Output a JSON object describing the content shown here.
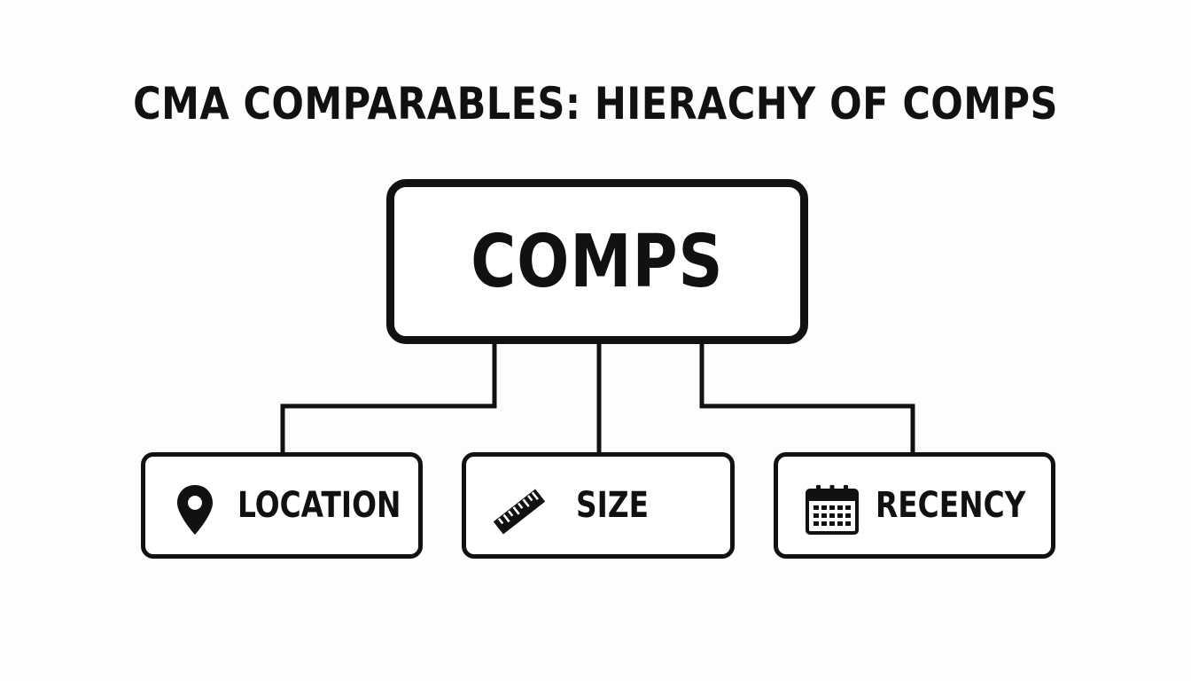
{
  "title": "CMA COMPARABLES: HIERACHY OF COMPS",
  "root": {
    "label": "COMPS"
  },
  "children": [
    {
      "label": "LOCATION",
      "icon": "map-pin-icon"
    },
    {
      "label": "SIZE",
      "icon": "ruler-icon"
    },
    {
      "label": "RECENCY",
      "icon": "calendar-icon"
    }
  ],
  "colors": {
    "ink": "#111111",
    "background": "#fdfdfd",
    "box_fill": "#ffffff"
  }
}
